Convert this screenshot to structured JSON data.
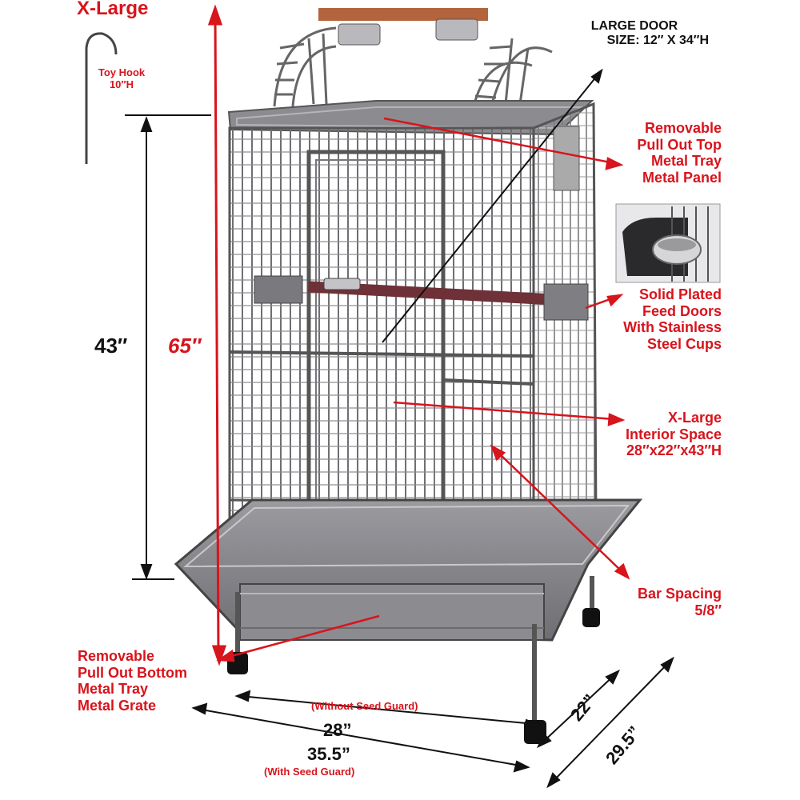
{
  "title": "X-Large",
  "toy_hook": {
    "line1": "Toy Hook",
    "line2": "10″H"
  },
  "door": {
    "line1": "LARGE DOOR",
    "line2": "SIZE: 12″ X 34″H"
  },
  "dimensions": {
    "interior_height": "43″",
    "total_height": "65″",
    "width_no_guard": "28”",
    "width_with_guard": "35.5”",
    "depth_no_guard": "22”",
    "depth_with_guard": "29.5”",
    "note_without_guard": "(Without Seed Guard)",
    "note_with_guard": "(With Seed Guard)"
  },
  "features": {
    "top_tray": [
      "Removable",
      "Pull Out Top",
      "Metal Tray",
      "Metal Panel"
    ],
    "feed_doors": [
      "Solid Plated",
      "Feed Doors",
      "With Stainless",
      "Steel Cups"
    ],
    "interior": [
      "X-Large",
      "Interior Space",
      "28″x22″x43″H"
    ],
    "bar_spacing": [
      "Bar Spacing",
      "5/8″"
    ],
    "bottom_tray": [
      "Removable",
      "Pull Out Bottom",
      "Metal Tray",
      "Metal Grate"
    ]
  },
  "colors": {
    "accent_red": "#d8141c",
    "cage_metal": "#6f6f73",
    "ink": "#111111"
  }
}
